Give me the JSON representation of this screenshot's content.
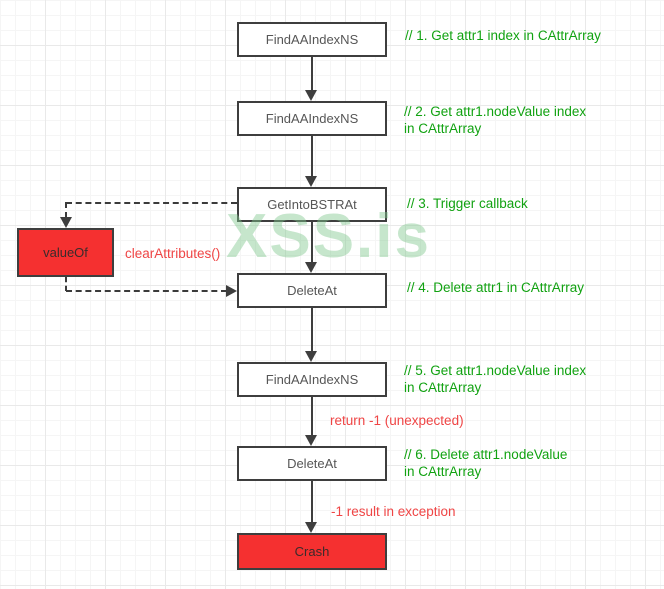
{
  "watermark": {
    "text": "XSS.is"
  },
  "colors": {
    "comment_green": "#11a211",
    "label_red": "#ef4545",
    "red_node_fill": "#f53030",
    "node_border": "#3e3e3e",
    "node_text": "#565656",
    "watermark_green": "#c4e5cb"
  },
  "nodes": [
    {
      "label": "FindAAIndexNS",
      "variant": "normal"
    },
    {
      "label": "FindAAIndexNS",
      "variant": "normal"
    },
    {
      "label": "GetIntoBSTRAt",
      "variant": "normal"
    },
    {
      "label": "valueOf",
      "variant": "red"
    },
    {
      "label": "DeleteAt",
      "variant": "normal"
    },
    {
      "label": "FindAAIndexNS",
      "variant": "normal"
    },
    {
      "label": "DeleteAt",
      "variant": "normal"
    },
    {
      "label": "Crash",
      "variant": "red"
    }
  ],
  "comments": [
    "// 1. Get attr1 index in CAttrArray",
    "// 2. Get attr1.nodeValue index\nin CAttrArray",
    "// 3. Trigger callback",
    "// 4. Delete attr1 in CAttrArray",
    "// 5. Get attr1.nodeValue index\nin CAttrArray",
    "// 6. Delete attr1.nodeValue\n in CAttrArray"
  ],
  "edge_labels": [
    "clearAttributes()",
    "return -1 (unexpected)",
    "-1 result in exception"
  ]
}
